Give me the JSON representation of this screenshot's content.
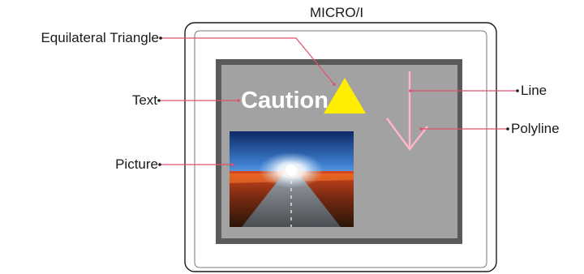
{
  "device": {
    "title": "MICRO/I"
  },
  "screen": {
    "caution_text": "Caution"
  },
  "callouts": {
    "equilateral_triangle": "Equilateral Triangle",
    "text": "Text",
    "picture": "Picture",
    "line": "Line",
    "polyline": "Polyline"
  },
  "colors": {
    "bezel_outline": "#1a1a1a",
    "screen_border": "#5a5a5a",
    "screen_fill": "#a2a2a2",
    "triangle": "#ffee00",
    "pink_lines": "#ffb6c8",
    "leader_lines": "#e0506a"
  },
  "icons": {
    "picture": "road-at-sunrise-photo"
  }
}
